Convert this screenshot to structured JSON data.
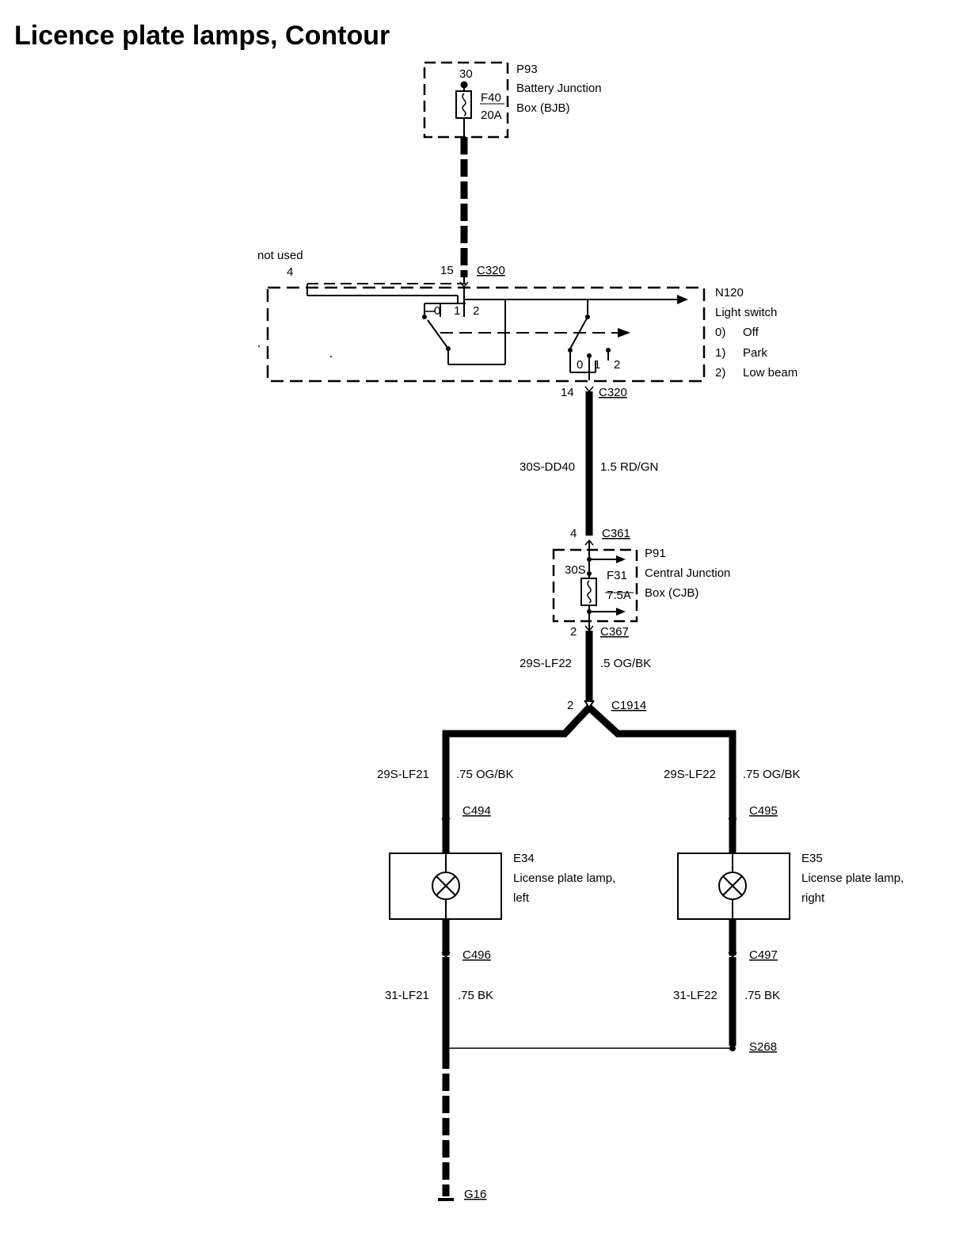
{
  "title": "Licence plate lamps, Contour",
  "bjb": {
    "id": "P93",
    "name_line1": "Battery Junction",
    "name_line2": "Box (BJB)",
    "pin": "30",
    "fuse": "F40",
    "rating": "20A"
  },
  "switch": {
    "not_used_label": "not used",
    "pin_not_used": "4",
    "pin_in": "15",
    "conn_in": "C320",
    "pin_out": "14",
    "conn_out": "C320",
    "id": "N120",
    "name": "Light switch",
    "positions": [
      {
        "num": "0)",
        "label": "Off"
      },
      {
        "num": "1)",
        "label": "Park"
      },
      {
        "num": "2)",
        "label": "Low beam"
      }
    ],
    "contact_labels": [
      "0",
      "1",
      "2"
    ]
  },
  "wire_dd40": {
    "circuit": "30S-DD40",
    "spec": "1.5 RD/GN"
  },
  "cjb": {
    "id": "P91",
    "name_line1": "Central Junction",
    "name_line2": "Box (CJB)",
    "pin_in": "4",
    "conn_in": "C361",
    "pin_label": "30S",
    "fuse": "F31",
    "rating": "7.5A",
    "pin_out": "2",
    "conn_out": "C367"
  },
  "wire_lf22": {
    "circuit": "29S-LF22",
    "spec": ".5 OG/BK"
  },
  "splice_conn": {
    "pin": "2",
    "id": "C1914"
  },
  "left_branch": {
    "circuit": "29S-LF21",
    "spec": ".75 OG/BK",
    "conn_top": "C494",
    "lamp_id": "E34",
    "lamp_line1": "License plate lamp,",
    "lamp_line2": "left",
    "conn_bottom": "C496",
    "ground_circuit": "31-LF21",
    "ground_spec": ".75 BK"
  },
  "right_branch": {
    "circuit": "29S-LF22",
    "spec": ".75 OG/BK",
    "conn_top": "C495",
    "lamp_id": "E35",
    "lamp_line1": "License plate lamp,",
    "lamp_line2": "right",
    "conn_bottom": "C497",
    "ground_circuit": "31-LF22",
    "ground_spec": ".75 BK"
  },
  "splice": "S268",
  "ground": "G16"
}
